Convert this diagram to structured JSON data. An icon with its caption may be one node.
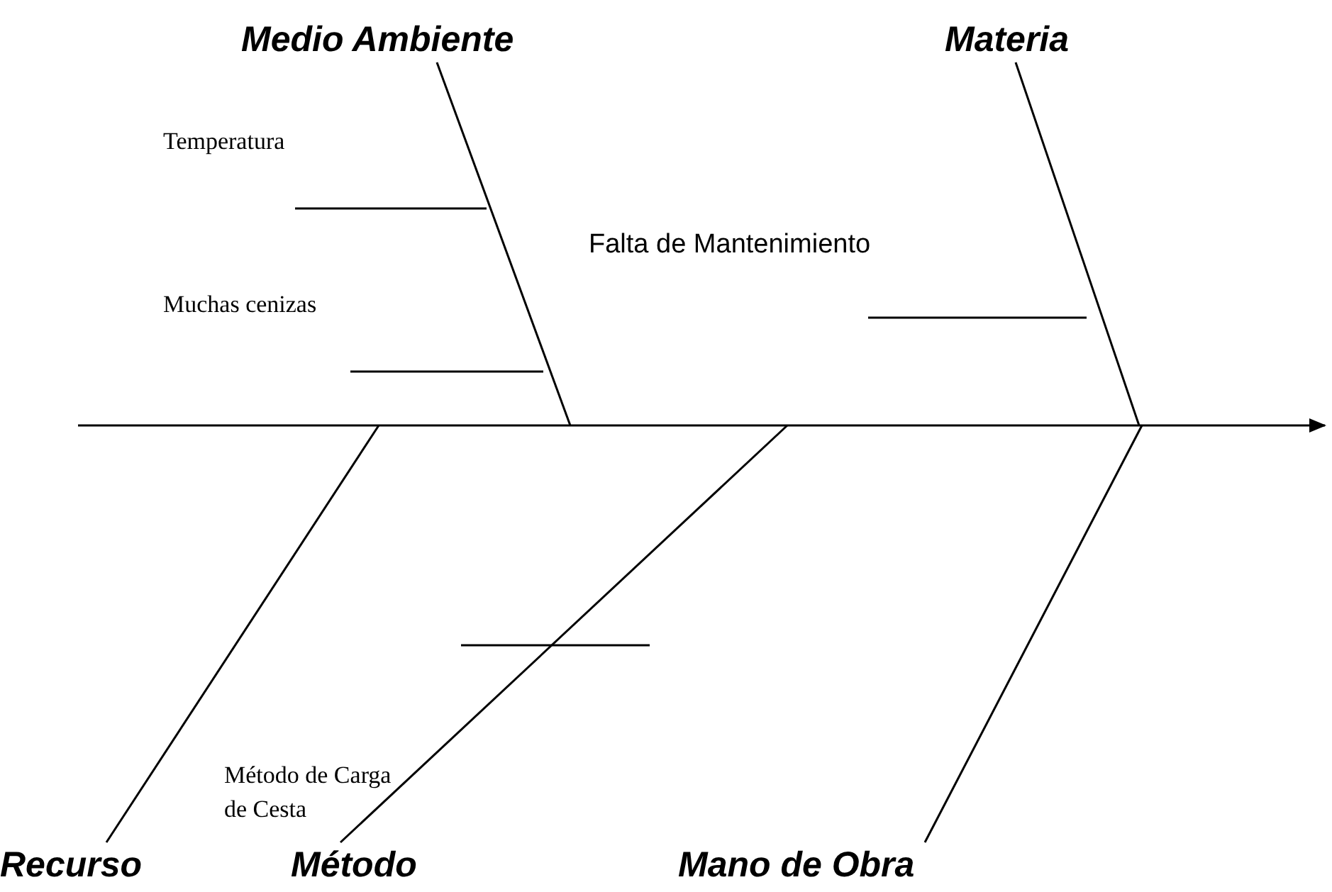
{
  "diagram": {
    "nodes": [
      {
        "text": [
          "Medio Ambiente"
        ]
      },
      {
        "text": [
          "Materia"
        ]
      },
      {
        "text": [
          "Recurso"
        ]
      },
      {
        "text": [
          "Método"
        ]
      },
      {
        "text": [
          "Mano de Obra"
        ]
      }
    ],
    "edges": [
      {
        "from": 0,
        "to": null,
        "arrow": "none"
      },
      {
        "from": 1,
        "to": null,
        "arrow": "none"
      },
      {
        "from": 2,
        "to": null,
        "arrow": "none"
      },
      {
        "from": 3,
        "to": null,
        "arrow": "none"
      },
      {
        "from": 4,
        "to": null,
        "arrow": "none"
      }
    ],
    "labels": [
      "Temperatura",
      "Falta de Mantenimiento",
      "Muchas cenizas",
      "Método de Carga de Cesta"
    ]
  }
}
